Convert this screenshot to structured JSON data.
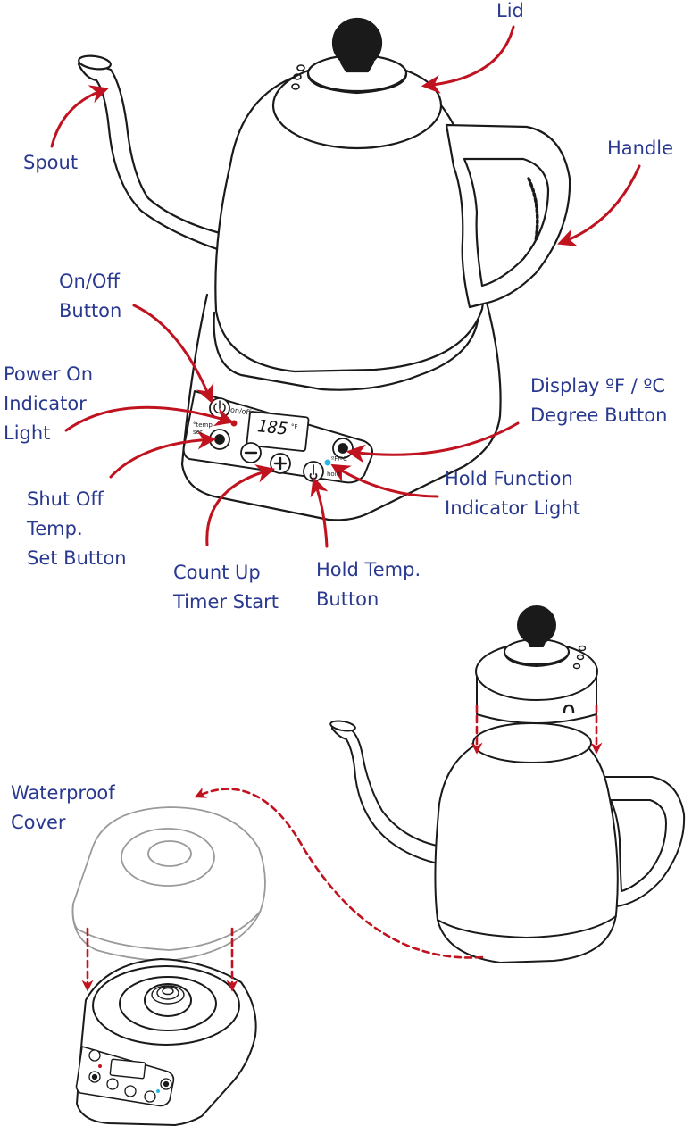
{
  "colors": {
    "label": "#2a3990",
    "arrow": "#c1121f",
    "outline": "#1a1a1a",
    "cover": "#9a9a9a",
    "indicator": "#2bb7e6"
  },
  "labels": {
    "lid": "Lid",
    "spout": "Spout",
    "handle": "Handle",
    "on_off_button": "On/Off\nButton",
    "power_indicator": "Power On\nIndicator\nLight",
    "display_degree_button": "Display ºF / ºC\nDegree Button",
    "shut_off_temp": "Shut Off\nTemp.\nSet Button",
    "hold_function_light": "Hold Function\nIndicator Light",
    "count_up_timer": "Count Up\nTimer Start",
    "hold_temp_button": "Hold Temp.\nButton",
    "waterproof_cover": "Waterproof\nCover"
  },
  "panel": {
    "display_value": "185",
    "display_unit": "°F",
    "on_off_text": "on/off",
    "temp_set_text": "°temp\nset",
    "degree_text": "ºF/ºC",
    "hold_text": "hold"
  }
}
